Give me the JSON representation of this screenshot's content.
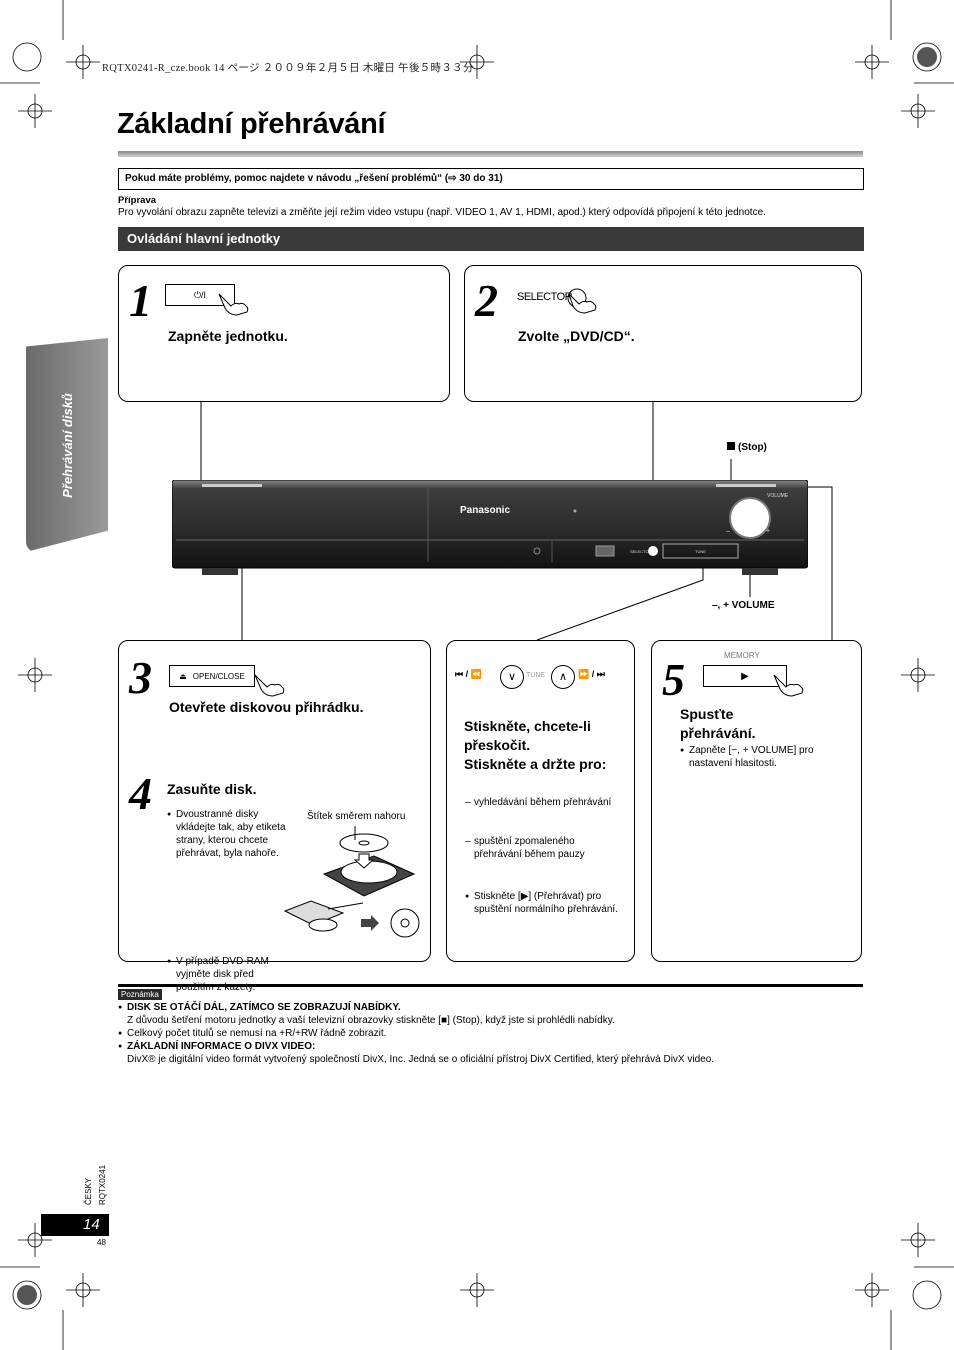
{
  "print_header": "RQTX0241-R_cze.book  14 ページ  ２００９年２月５日  木曜日  午後５時３３分",
  "title": "Základní přehrávání",
  "problem_note": "Pokud máte problémy, pomoc najdete v návodu „řešení problémů“ (⇨ 30 do 31)",
  "prep": {
    "label": "Příprava",
    "text": "Pro vyvolání obrazu zapněte televizi a změňte její režim video vstupu (např. VIDEO 1, AV 1, HDMI, apod.) který odpovídá připojení k této jednotce."
  },
  "section_title": "Ovládání hlavní jednotky",
  "side_tab": "Přehrávání disků",
  "step1": {
    "num": "1",
    "button": "⏻/I",
    "text": "Zapněte jednotku."
  },
  "step2": {
    "num": "2",
    "button": "SELECTOR",
    "text": "Zvolte „DVD/CD“."
  },
  "device": {
    "brand": "Panasonic",
    "volume_label": "VOLUME",
    "stop_label": "(Stop)",
    "volume_callout": "–, + VOLUME",
    "selector": "SELECTOR",
    "tune": "TUNE",
    "minus": "–",
    "plus": "+"
  },
  "step3": {
    "num": "3",
    "button": "OPEN/CLOSE",
    "text": "Otevřete diskovou přihrádku."
  },
  "step4": {
    "num": "4",
    "text": "Zasuňte disk.",
    "label_up": "Štítek směrem nahoru",
    "bullet1": "Dvoustranné disky vkládejte tak, aby etiketa strany, kterou chcete přehrávat, byla nahoře.",
    "bullet2": "V případě DVD-RAM vyjměte disk před použitím z kazety."
  },
  "skip": {
    "icons_left": "⏮ / ⏪",
    "tune": "TUNE",
    "icons_right": "⏩ / ⏭",
    "head1": "Stiskněte, chcete-li přeskočit.",
    "head2": "Stiskněte a držte pro:",
    "dash1": "vyhledávání během přehrávání",
    "dash2": "spuštění zpomaleného přehrávání během pauzy",
    "bullet": "Stiskněte [▶] (Přehrávat) pro spuštění normálního přehrávání."
  },
  "step5": {
    "num": "5",
    "memory": "MEMORY",
    "button": "▶",
    "text": "Spusťte přehrávání.",
    "bullet": "Zapněte [−, + VOLUME] pro nastavení hlasitosti."
  },
  "notes": {
    "tag": "Poznámka",
    "n1_head": "DISK SE OTÁČÍ DÁL, ZATÍMCO SE ZOBRAZUJÍ NABÍDKY.",
    "n1_text": "Z důvodu šetření motoru jednotky a vaší televizní obrazovky stiskněte [■] (Stop), když jste si prohlédli nabídky.",
    "n2": "Celkový počet titulů se nemusí na +R/+RW řádně zobrazit.",
    "n3_head": "ZÁKLADNÍ INFORMACE O DIVX VIDEO:",
    "n3_text": "DivX® je digitální video formát vytvořený společností DivX, Inc. Jedná se o oficiální přístroj DivX Certified, který přehrává DivX video."
  },
  "footer": {
    "page": "14",
    "lang": "ČESKY",
    "code": "RQTX0241",
    "sub": "48"
  }
}
